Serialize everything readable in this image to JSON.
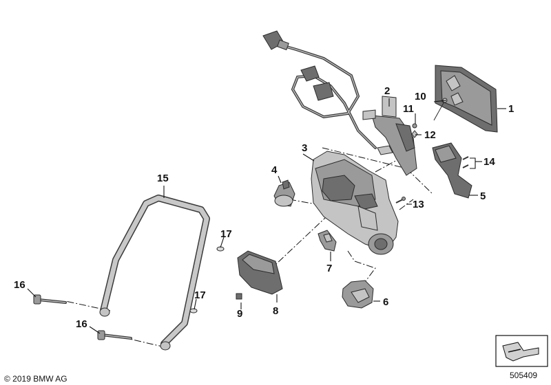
{
  "callouts": {
    "c1": "1",
    "c2": "2",
    "c3": "3",
    "c4": "4",
    "c5": "5",
    "c6": "6",
    "c7": "7",
    "c8": "8",
    "c9": "9",
    "c10": "10",
    "c11": "11",
    "c12": "12",
    "c13": "13",
    "c14": "14",
    "c15": "15",
    "c16a": "16",
    "c16b": "16",
    "c17a": "17",
    "c17b": "17"
  },
  "footer": {
    "copyright": "© 2019 BMW AG",
    "diagram_number": "505409"
  },
  "colors": {
    "line": "#111111",
    "part_dark": "#6e6e6e",
    "part_light": "#c4c4c4"
  },
  "icons": {
    "corner": "view-direction-arrow-icon"
  }
}
